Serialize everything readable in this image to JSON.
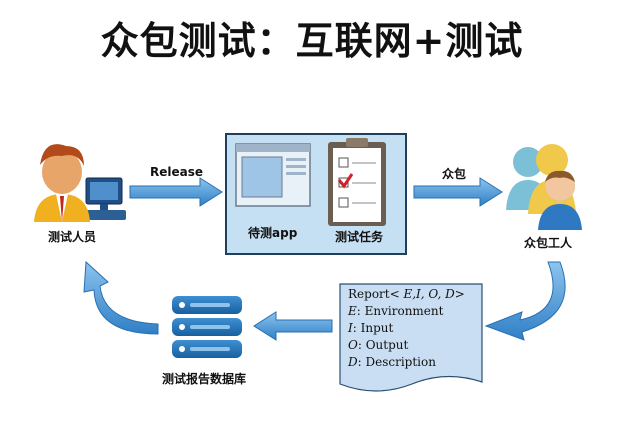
{
  "title": "众包测试：互联网+测试",
  "labels": {
    "tester": "测试人员",
    "release": "Release",
    "app": "待测app",
    "tasks": "测试任务",
    "crowdsource": "众包",
    "workers": "众包工人",
    "database": "测试报告数据库"
  },
  "report": {
    "header": "Report",
    "header_tuple": "< E,I, O, D>",
    "lines": [
      {
        "sym": "E",
        "text": ": Environment"
      },
      {
        "sym": "I",
        "text": ": Input"
      },
      {
        "sym": "O",
        "text": ": Output"
      },
      {
        "sym": "D",
        "text": ": Description"
      }
    ]
  },
  "colors": {
    "arrow": "#3b8fd6",
    "panel": "#c5dff3",
    "panel_border": "#1f3f5e",
    "database": "#1e6fb3",
    "document": "#c9def2"
  },
  "icons": [
    "person-at-computer-icon",
    "app-window-icon",
    "clipboard-checklist-icon",
    "user-group-icon",
    "database-icon",
    "report-document-icon"
  ]
}
